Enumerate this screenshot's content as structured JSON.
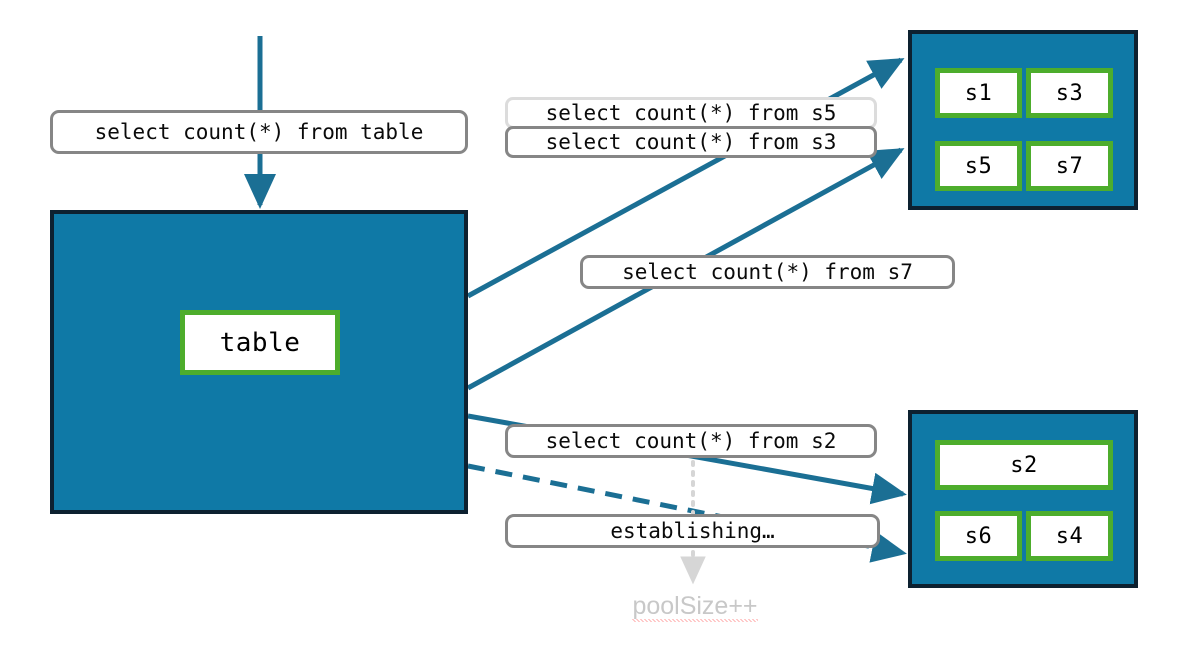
{
  "diagram": {
    "title": "connection pool sessions diagram",
    "colors": {
      "pool_fill": "#0f79a6",
      "pool_border": "#0d2130",
      "node_border": "#4dad2c",
      "node_fill": "#ffffff",
      "arrow": "#1b6f94",
      "pill_border": "#868686",
      "pill_border_faded": "#dcdcdc",
      "dotted_guide": "#d6d6d6",
      "poolsize_text": "#c8c8c8",
      "spellcheck_underline": "#ff2b2b"
    }
  },
  "labels": {
    "query_table": "select count(*) from table",
    "query_s5": "select count(*) from s5",
    "query_s3": "select count(*) from s3",
    "query_s7": "select count(*) from s7",
    "query_s2": "select count(*) from s2",
    "establishing": "establishing…",
    "poolsize": "poolSize++"
  },
  "table_pool": {
    "node": "table"
  },
  "pool_top": {
    "sessions": [
      {
        "id": "s1"
      },
      {
        "id": "s3"
      },
      {
        "id": "s5"
      },
      {
        "id": "s7"
      }
    ]
  },
  "pool_bottom": {
    "sessions": [
      {
        "id": "s2"
      },
      {
        "id": "s6"
      },
      {
        "id": "s4"
      }
    ]
  },
  "connections": [
    {
      "name": "table-query-to-table-pool",
      "style": "solid",
      "from": "query_table_pill",
      "to": "table_pool"
    },
    {
      "name": "table-to-pool-top-upper",
      "style": "solid",
      "from": "table_pool",
      "to": "pool_top"
    },
    {
      "name": "table-to-pool-top-lower",
      "style": "solid",
      "from": "table_pool",
      "to": "pool_top"
    },
    {
      "name": "table-to-pool-bottom-s2",
      "style": "solid",
      "from": "table_pool",
      "to": "pool_bottom"
    },
    {
      "name": "table-to-pool-bottom-new",
      "style": "dashed",
      "from": "table_pool",
      "to": "pool_bottom"
    },
    {
      "name": "establishing-to-poolsize",
      "style": "dotted",
      "from": "query_s2_pill",
      "to": "poolsize"
    }
  ]
}
